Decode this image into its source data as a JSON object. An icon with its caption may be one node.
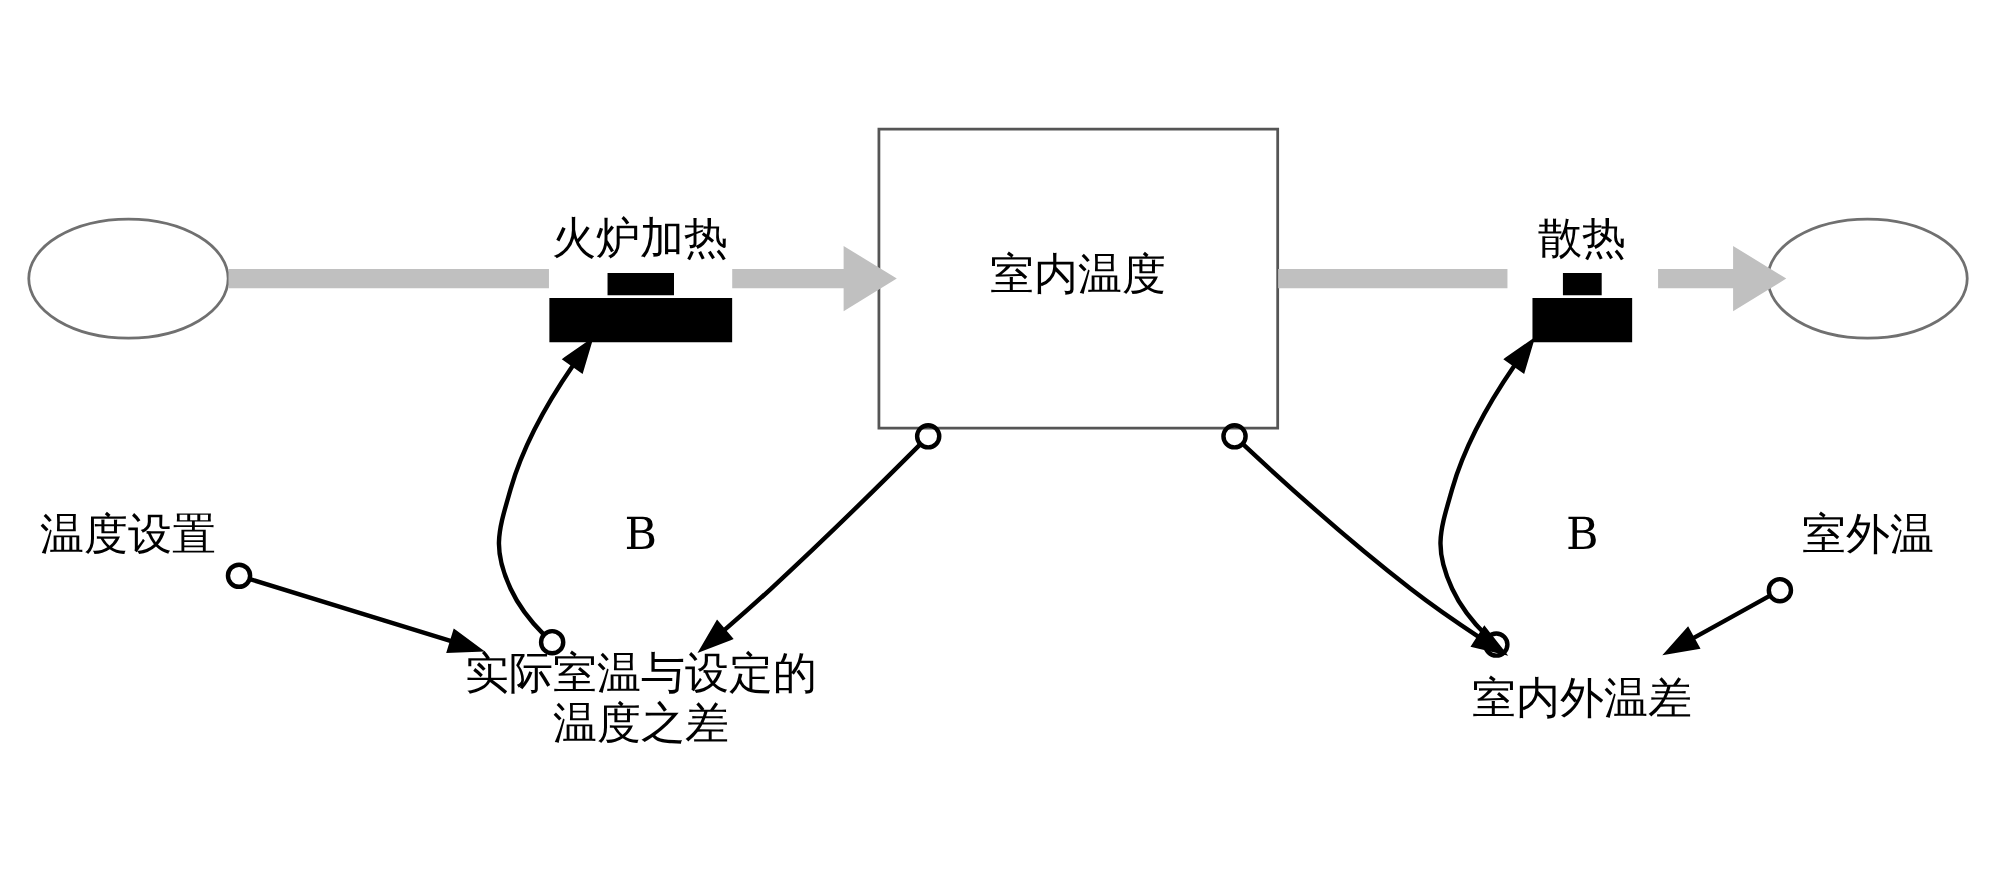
{
  "diagram": {
    "nodes": [
      {
        "text": [],
        "shape": "cloud"
      },
      {
        "text": [
          "火炉加热"
        ]
      },
      {
        "text": [
          "室内温度"
        ]
      },
      {
        "text": [
          "散热"
        ]
      },
      {
        "text": [],
        "shape": "cloud"
      },
      {
        "text": [
          "温度设置"
        ]
      },
      {
        "text": [
          "实际室温与设定的温度之差"
        ]
      },
      {
        "text": [
          "室内外温差"
        ]
      },
      {
        "text": [
          "室外温"
        ]
      }
    ],
    "edges": [
      {
        "from": 0,
        "to": 1,
        "arrow": "none",
        "style": "thick",
        "color": "#c0c0c0"
      },
      {
        "from": 1,
        "to": 2,
        "arrow": "to",
        "style": "thick",
        "color": "#c0c0c0"
      },
      {
        "from": 2,
        "to": 3,
        "arrow": "none",
        "style": "thick",
        "color": "#c0c0c0"
      },
      {
        "from": 3,
        "to": 4,
        "arrow": "to",
        "style": "thick",
        "color": "#c0c0c0"
      },
      {
        "from": 5,
        "to": 6,
        "arrow": "to"
      },
      {
        "from": 6,
        "to": 1,
        "arrow": "to"
      },
      {
        "from": 2,
        "to": 6,
        "arrow": "to"
      },
      {
        "from": 2,
        "to": 7,
        "arrow": "to"
      },
      {
        "from": 7,
        "to": 3,
        "arrow": "to"
      },
      {
        "from": 8,
        "to": 7,
        "arrow": "to"
      }
    ],
    "labels": [
      "B",
      "B"
    ]
  }
}
